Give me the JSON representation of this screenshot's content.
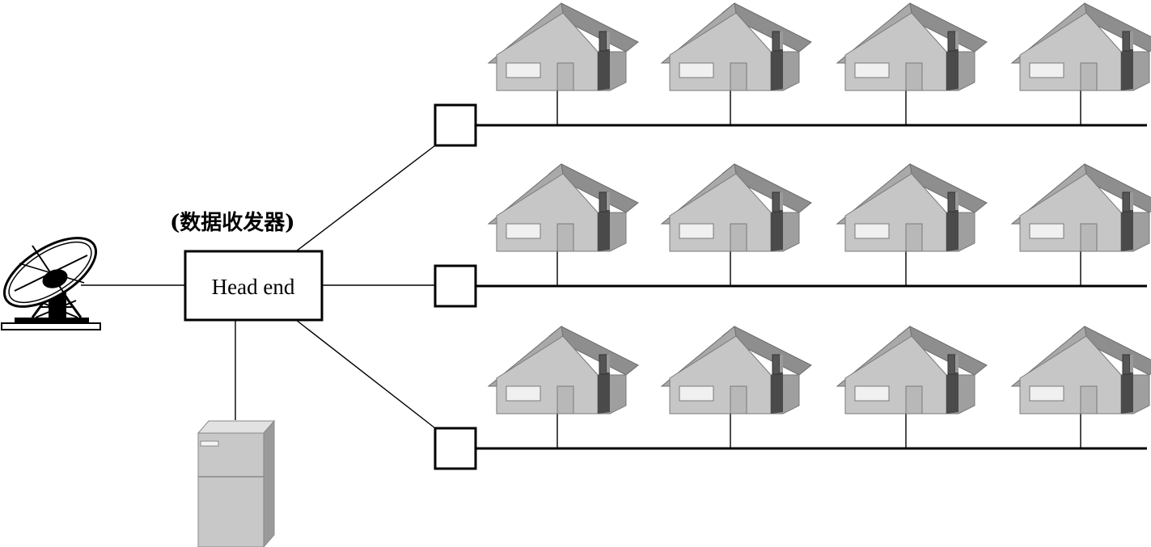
{
  "headend": {
    "label": "Head end",
    "caption": "(数据收发器)"
  },
  "icons": {
    "satellite": "satellite-dish-icon",
    "server": "server-tower-icon",
    "house": "house-icon",
    "node": "distribution-node-icon"
  },
  "network": {
    "branches": 3,
    "houses_per_branch": 4
  },
  "colors": {
    "house_wall": "#c6c6c6",
    "house_roof": "#9a9a9a",
    "house_side": "#7a7a7a",
    "window": "#f0f0f0",
    "door": "#b8b8b8",
    "server": "#c8c8c8",
    "line": "#000000"
  }
}
